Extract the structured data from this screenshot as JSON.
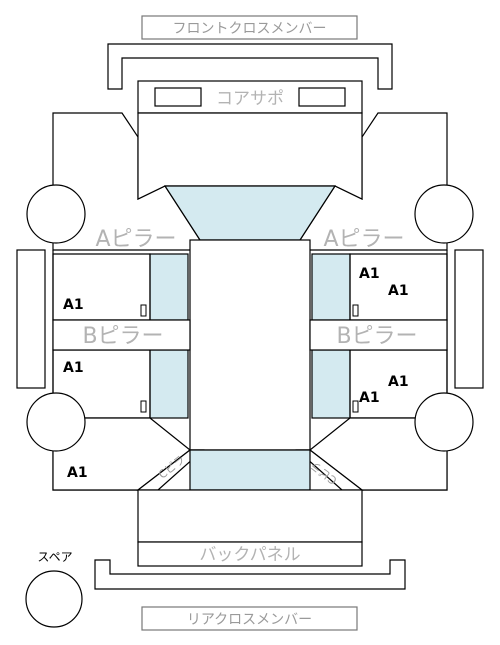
{
  "labels": {
    "front_cross_member": "フロントクロスメンバー",
    "core_support": "コアサポ",
    "a_pillar_left": "Aピラー",
    "a_pillar_right": "Aピラー",
    "b_pillar_left": "Bピラー",
    "b_pillar_right": "Bピラー",
    "c_pillar_left": "Cピラ",
    "c_pillar_right": "Cピラ",
    "back_panel": "バックパネル",
    "rear_cross_member": "リアクロスメンバー",
    "spare": "スペア"
  },
  "damage_marks": {
    "front_left_door": "A1",
    "front_right_door_1": "A1",
    "front_right_door_2": "A1",
    "rear_left_door": "A1",
    "rear_right_door_1": "A1",
    "rear_right_door_2": "A1",
    "rear_left_quarter": "A1"
  },
  "colors": {
    "glass": "#d4eaf0",
    "outline": "#000000",
    "label_grey": "#b3b3b3"
  }
}
